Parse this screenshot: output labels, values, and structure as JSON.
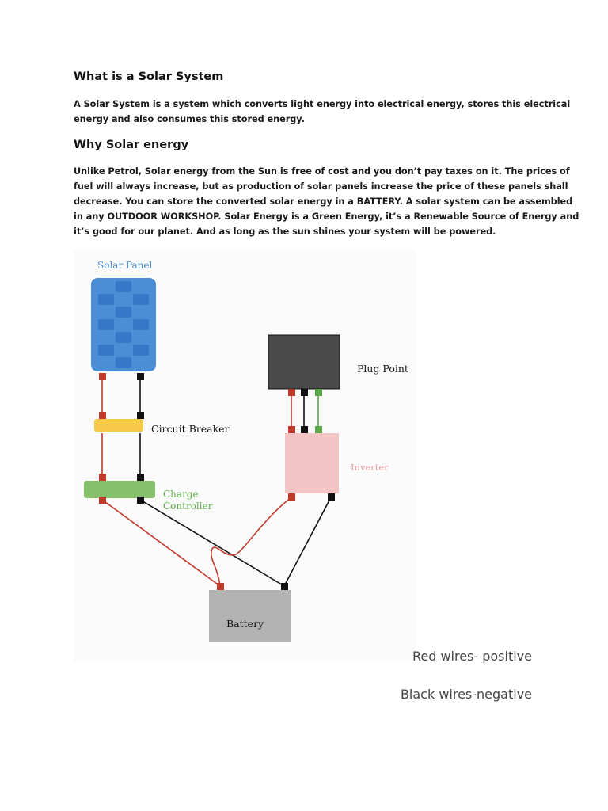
{
  "sections": [
    {
      "heading": "What is a Solar System",
      "lines": [
        "A Solar System is a system which converts light energy into electrical energy, stores this electrical",
        "energy and also consumes this stored energy."
      ]
    },
    {
      "heading": "Why Solar energy",
      "lines": [
        "Unlike Petrol, Solar energy from the Sun is free of cost and you don’t pay taxes on it. The prices of",
        "fuel will always increase, but as production of solar panels increase the price of these panels shall",
        "decrease. You can store the converted solar energy in a BATTERY. A solar system can be assembled",
        "in any OUTDOOR WORKSHOP. Solar Energy is a Green Energy, it’s a Renewable Source of Energy and",
        "it’s good for our planet. And as long as the sun shines your system will be powered."
      ]
    }
  ],
  "diagram": {
    "labels": {
      "solar_panel": "Solar Panel",
      "circuit_breaker": "Circuit Breaker",
      "charge_controller": "Charge Controller",
      "plug_point": "Plug Point",
      "inverter": "Inverter",
      "battery": "Battery"
    },
    "colors": {
      "positive_wire": "#c0392b",
      "negative_wire": "#111111",
      "ground_wire": "#5aa84a",
      "solar_panel": "#4a8fd6",
      "solar_cell": "#3578c8",
      "circuit_breaker": "#f7c948",
      "charge_controller": "#86c06c",
      "inverter": "#f2c4c4",
      "plug_point": "#4a4a4a",
      "battery": "#b3b3b3"
    }
  },
  "legend": {
    "red": "Red wires- positive",
    "black": "Black wires-negative"
  }
}
